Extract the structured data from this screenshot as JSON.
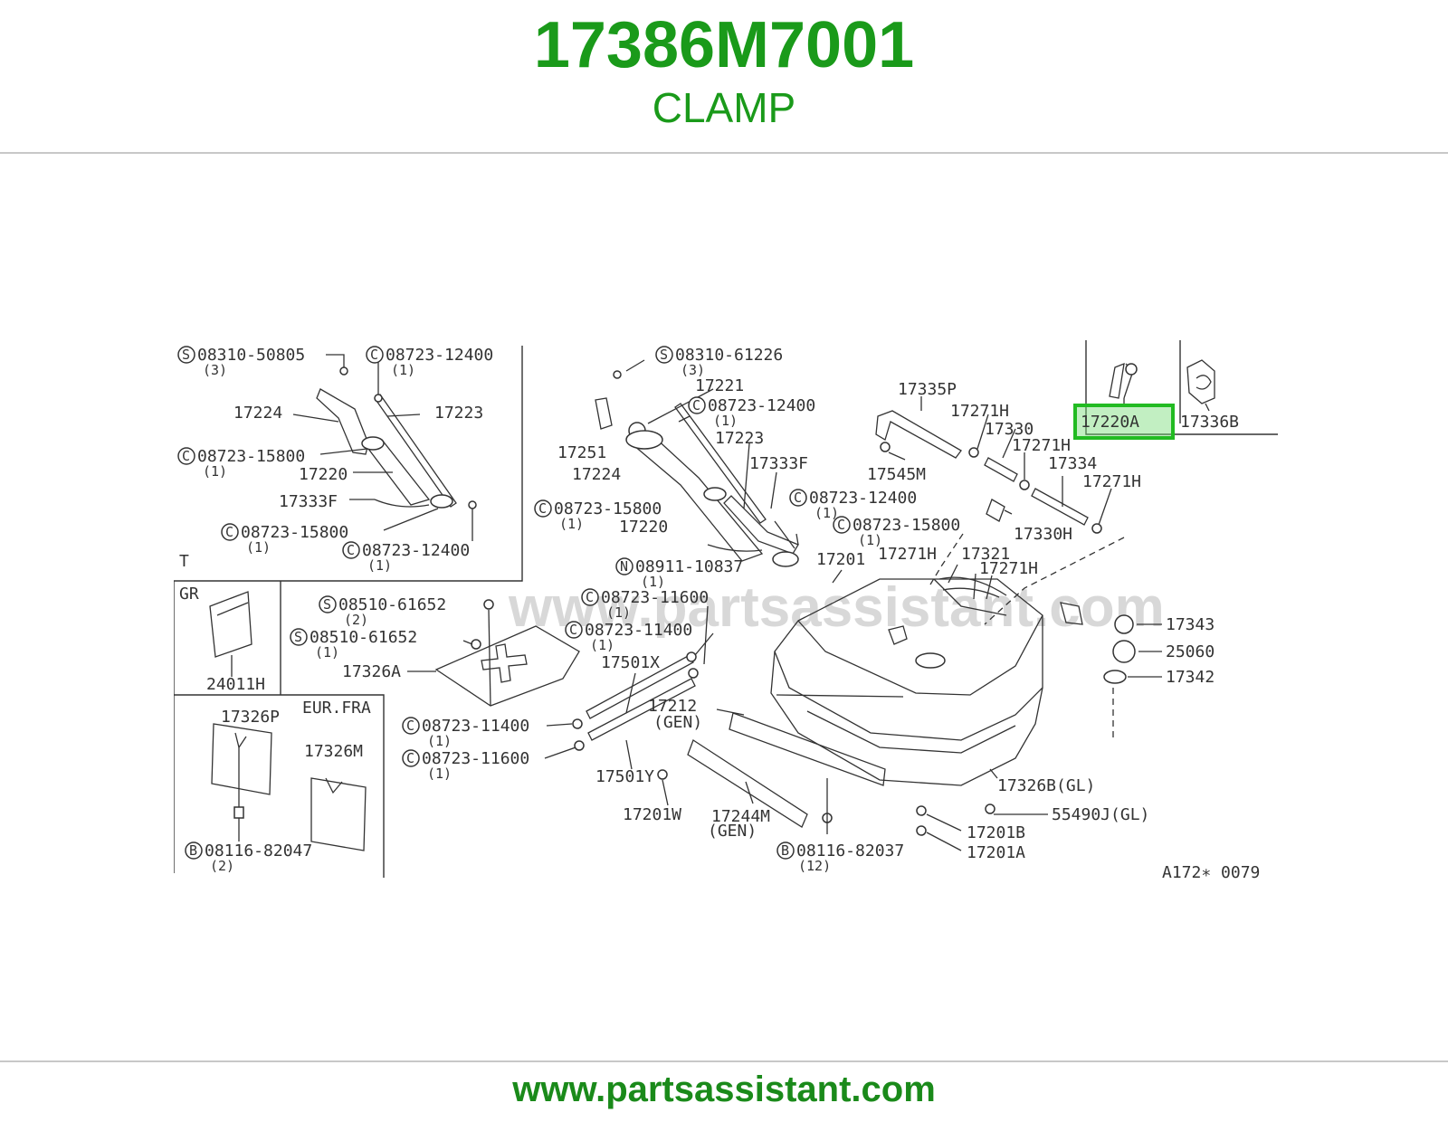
{
  "header": {
    "part_number": "17386M7001",
    "part_name": "CLAMP"
  },
  "footer": {
    "site": "www.partsassistant.com"
  },
  "diagram": {
    "watermark": "www.partsassistant.com",
    "code": "A172∗ 0079",
    "highlighted": "17220A",
    "panels": {
      "t": "T",
      "gr": "GR",
      "eur": "EUR.FRA"
    },
    "labels": {
      "l_08310_50805": "08310-50805",
      "l_08310_50805_q": "(3)",
      "l_08723_12400_a": "08723-12400",
      "l_08723_12400_a_q": "(1)",
      "l_17224_a": "17224",
      "l_17223_a": "17223",
      "l_08723_15800_a": "08723-15800",
      "l_08723_15800_a_q": "(1)",
      "l_17220_a": "17220",
      "l_17333f_a": "17333F",
      "l_08723_15800_b": "08723-15800",
      "l_08723_15800_b_q": "(1)",
      "l_08723_12400_b": "08723-12400",
      "l_08723_12400_b_q": "(1)",
      "l_24011h": "24011H",
      "l_08510_61652_a": "08510-61652",
      "l_08510_61652_a_q": "(2)",
      "l_08510_61652_b": "08510-61652",
      "l_08510_61652_b_q": "(1)",
      "l_17326a": "17326A",
      "l_17326p": "17326P",
      "l_17326m": "17326M",
      "l_08116_82047": "08116-82047",
      "l_08116_82047_q": "(2)",
      "l_08310_61226": "08310-61226",
      "l_08310_61226_q": "(3)",
      "l_17221": "17221",
      "l_08723_12400_c": "08723-12400",
      "l_08723_12400_c_q": "(1)",
      "l_17223_b": "17223",
      "l_17251": "17251",
      "l_17224_b": "17224",
      "l_17333f_b": "17333F",
      "l_08723_15800_c": "08723-15800",
      "l_08723_15800_c_q": "(1)",
      "l_17220_b": "17220",
      "l_08723_12400_d": "08723-12400",
      "l_08723_12400_d_q": "(1)",
      "l_08723_15800_d": "08723-15800",
      "l_08723_15800_d_q": "(1)",
      "l_08911_10837": "08911-10837",
      "l_08911_10837_q": "(1)",
      "l_08723_11600_a": "08723-11600",
      "l_08723_11600_a_q": "(1)",
      "l_08723_11400_a": "08723-11400",
      "l_08723_11400_a_q": "(1)",
      "l_17501x": "17501X",
      "l_08723_11400_b": "08723-11400",
      "l_08723_11400_b_q": "(1)",
      "l_08723_11600_b": "08723-11600",
      "l_08723_11600_b_q": "(1)",
      "l_17501y": "17501Y",
      "l_17212": "17212",
      "l_17212_gen": "(GEN)",
      "l_17201w": "17201W",
      "l_17244m": "17244M",
      "l_17244m_gen": "(GEN)",
      "l_08116_82037": "08116-82037",
      "l_08116_82037_q": "(12)",
      "l_17201": "17201",
      "l_17335p": "17335P",
      "l_17545m": "17545M",
      "l_17271h_a": "17271H",
      "l_17330": "17330",
      "l_17271h_b": "17271H",
      "l_17334": "17334",
      "l_17271h_c": "17271H",
      "l_17330h": "17330H",
      "l_17271h_d": "17271H",
      "l_17321": "17321",
      "l_17271h_e": "17271H",
      "l_17220a": "17220A",
      "l_17336b": "17336B",
      "l_17343": "17343",
      "l_25060": "25060",
      "l_17342": "17342",
      "l_17326b": "17326B(GL)",
      "l_55490j": "55490J(GL)",
      "l_17201b": "17201B",
      "l_17201a": "17201A"
    },
    "prefix": {
      "s": "S",
      "c": "C",
      "n": "N",
      "b": "B"
    }
  }
}
